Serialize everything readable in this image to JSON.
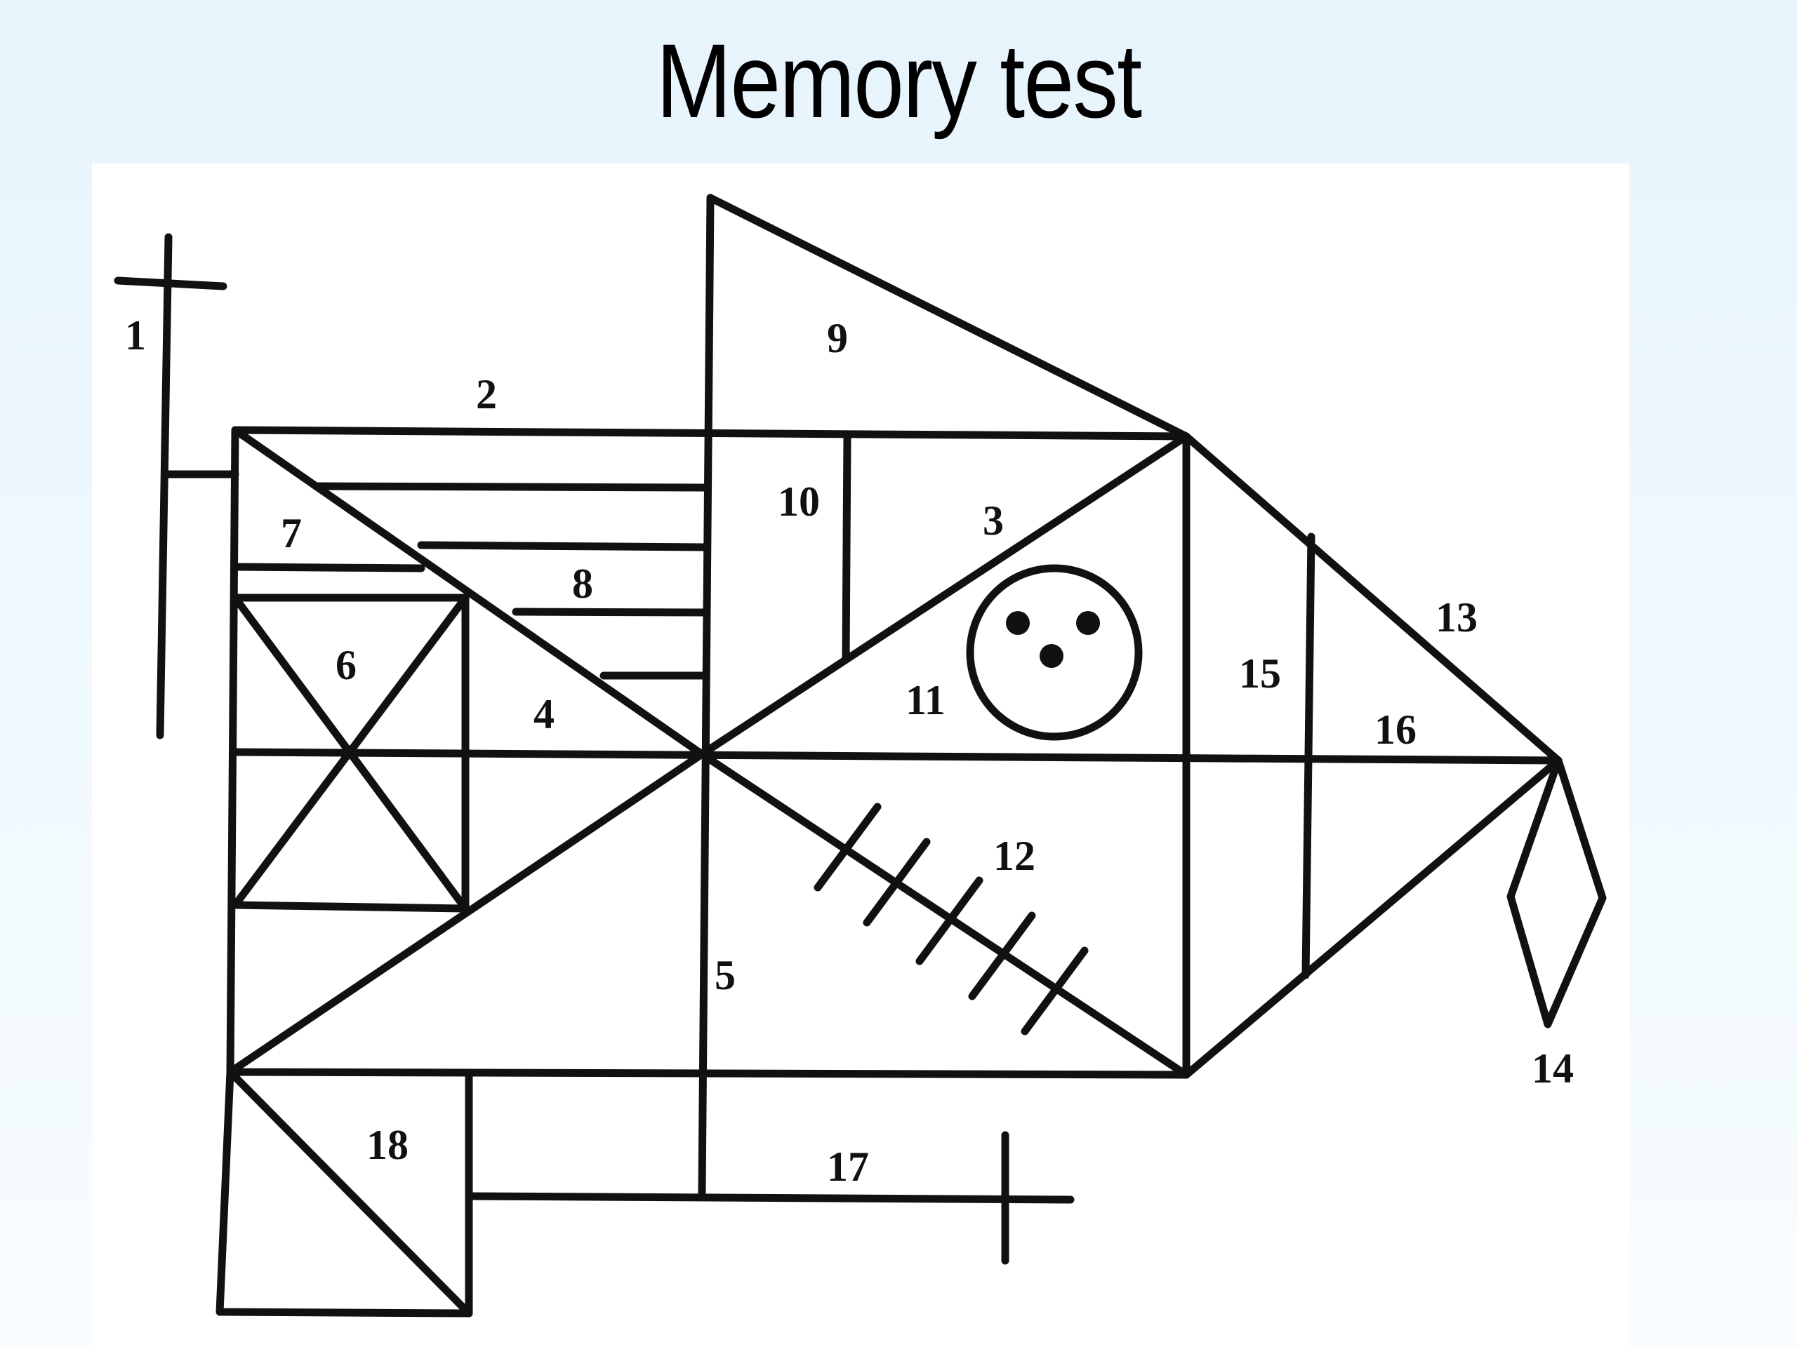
{
  "title": "Memory test",
  "figure": {
    "labels": [
      "1",
      "2",
      "3",
      "4",
      "5",
      "6",
      "7",
      "8",
      "9",
      "10",
      "11",
      "12",
      "13",
      "14",
      "15",
      "16",
      "17",
      "18"
    ]
  }
}
